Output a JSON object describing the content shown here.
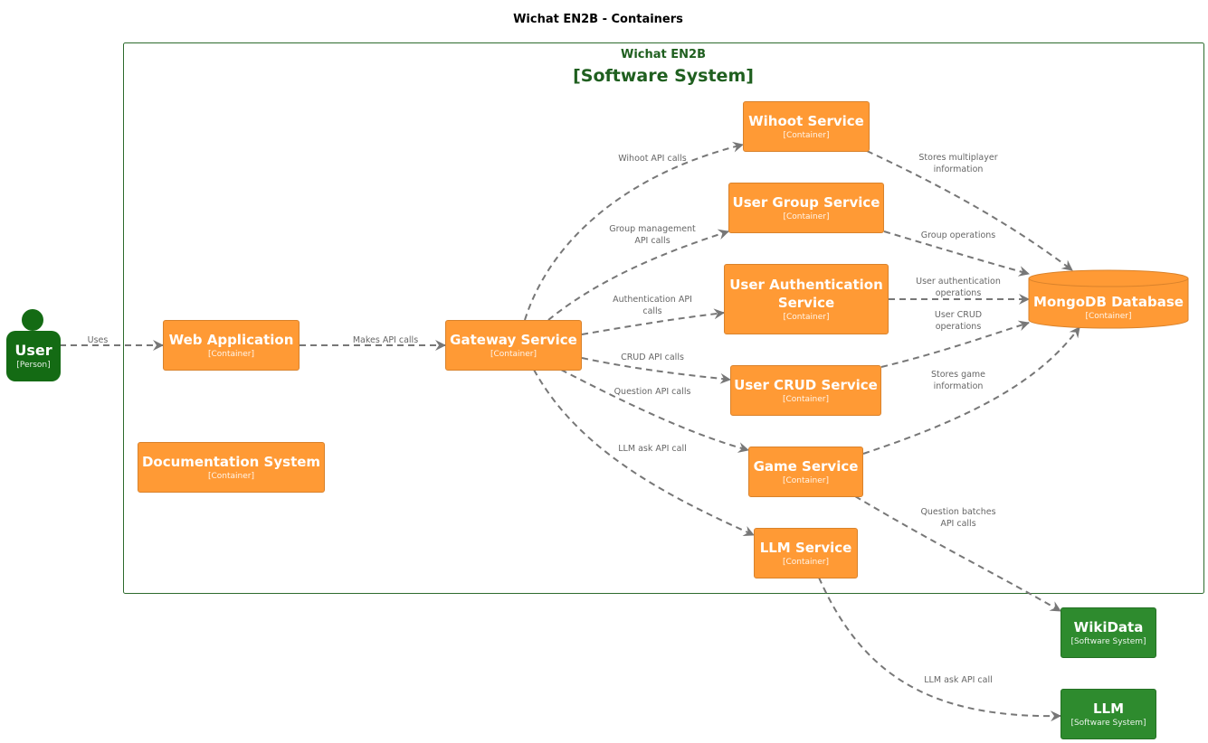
{
  "title": "Wichat EN2B - Containers",
  "boundary": {
    "name": "Wichat EN2B",
    "type": "[Software System]"
  },
  "nodes": {
    "user": {
      "name": "User",
      "type": "[Person]"
    },
    "web": {
      "name": "Web Application",
      "type": "[Container]"
    },
    "gateway": {
      "name": "Gateway Service",
      "type": "[Container]"
    },
    "wihoot": {
      "name": "Wihoot Service",
      "type": "[Container]"
    },
    "group": {
      "name": "User Group Service",
      "type": "[Container]"
    },
    "auth": {
      "name1": "User Authentication",
      "name2": "Service",
      "type": "[Container]"
    },
    "crud": {
      "name": "User CRUD Service",
      "type": "[Container]"
    },
    "game": {
      "name": "Game Service",
      "type": "[Container]"
    },
    "llmsvc": {
      "name": "LLM Service",
      "type": "[Container]"
    },
    "docs": {
      "name": "Documentation System",
      "type": "[Container]"
    },
    "mongo": {
      "name": "MongoDB Database",
      "type": "[Container]"
    },
    "wikidata": {
      "name": "WikiData",
      "type": "[Software System]"
    },
    "llm": {
      "name": "LLM",
      "type": "[Software System]"
    }
  },
  "edges": {
    "uses": "Uses",
    "api": "Makes API calls",
    "wihoot": "Wihoot API calls",
    "group1": "Group management",
    "group2": "API calls",
    "auth1": "Authentication API",
    "auth2": "calls",
    "crud": "CRUD API calls",
    "question": "Question API calls",
    "llmask": "LLM ask API call",
    "multi1": "Stores multiplayer",
    "multi2": "information",
    "groupops": "Group operations",
    "authops1": "User authentication",
    "authops2": "operations",
    "crudops1": "User CRUD",
    "crudops2": "operations",
    "gamestore1": "Stores game",
    "gamestore2": "information",
    "batch1": "Question batches",
    "batch2": "API calls",
    "llmext": "LLM ask API call"
  }
}
